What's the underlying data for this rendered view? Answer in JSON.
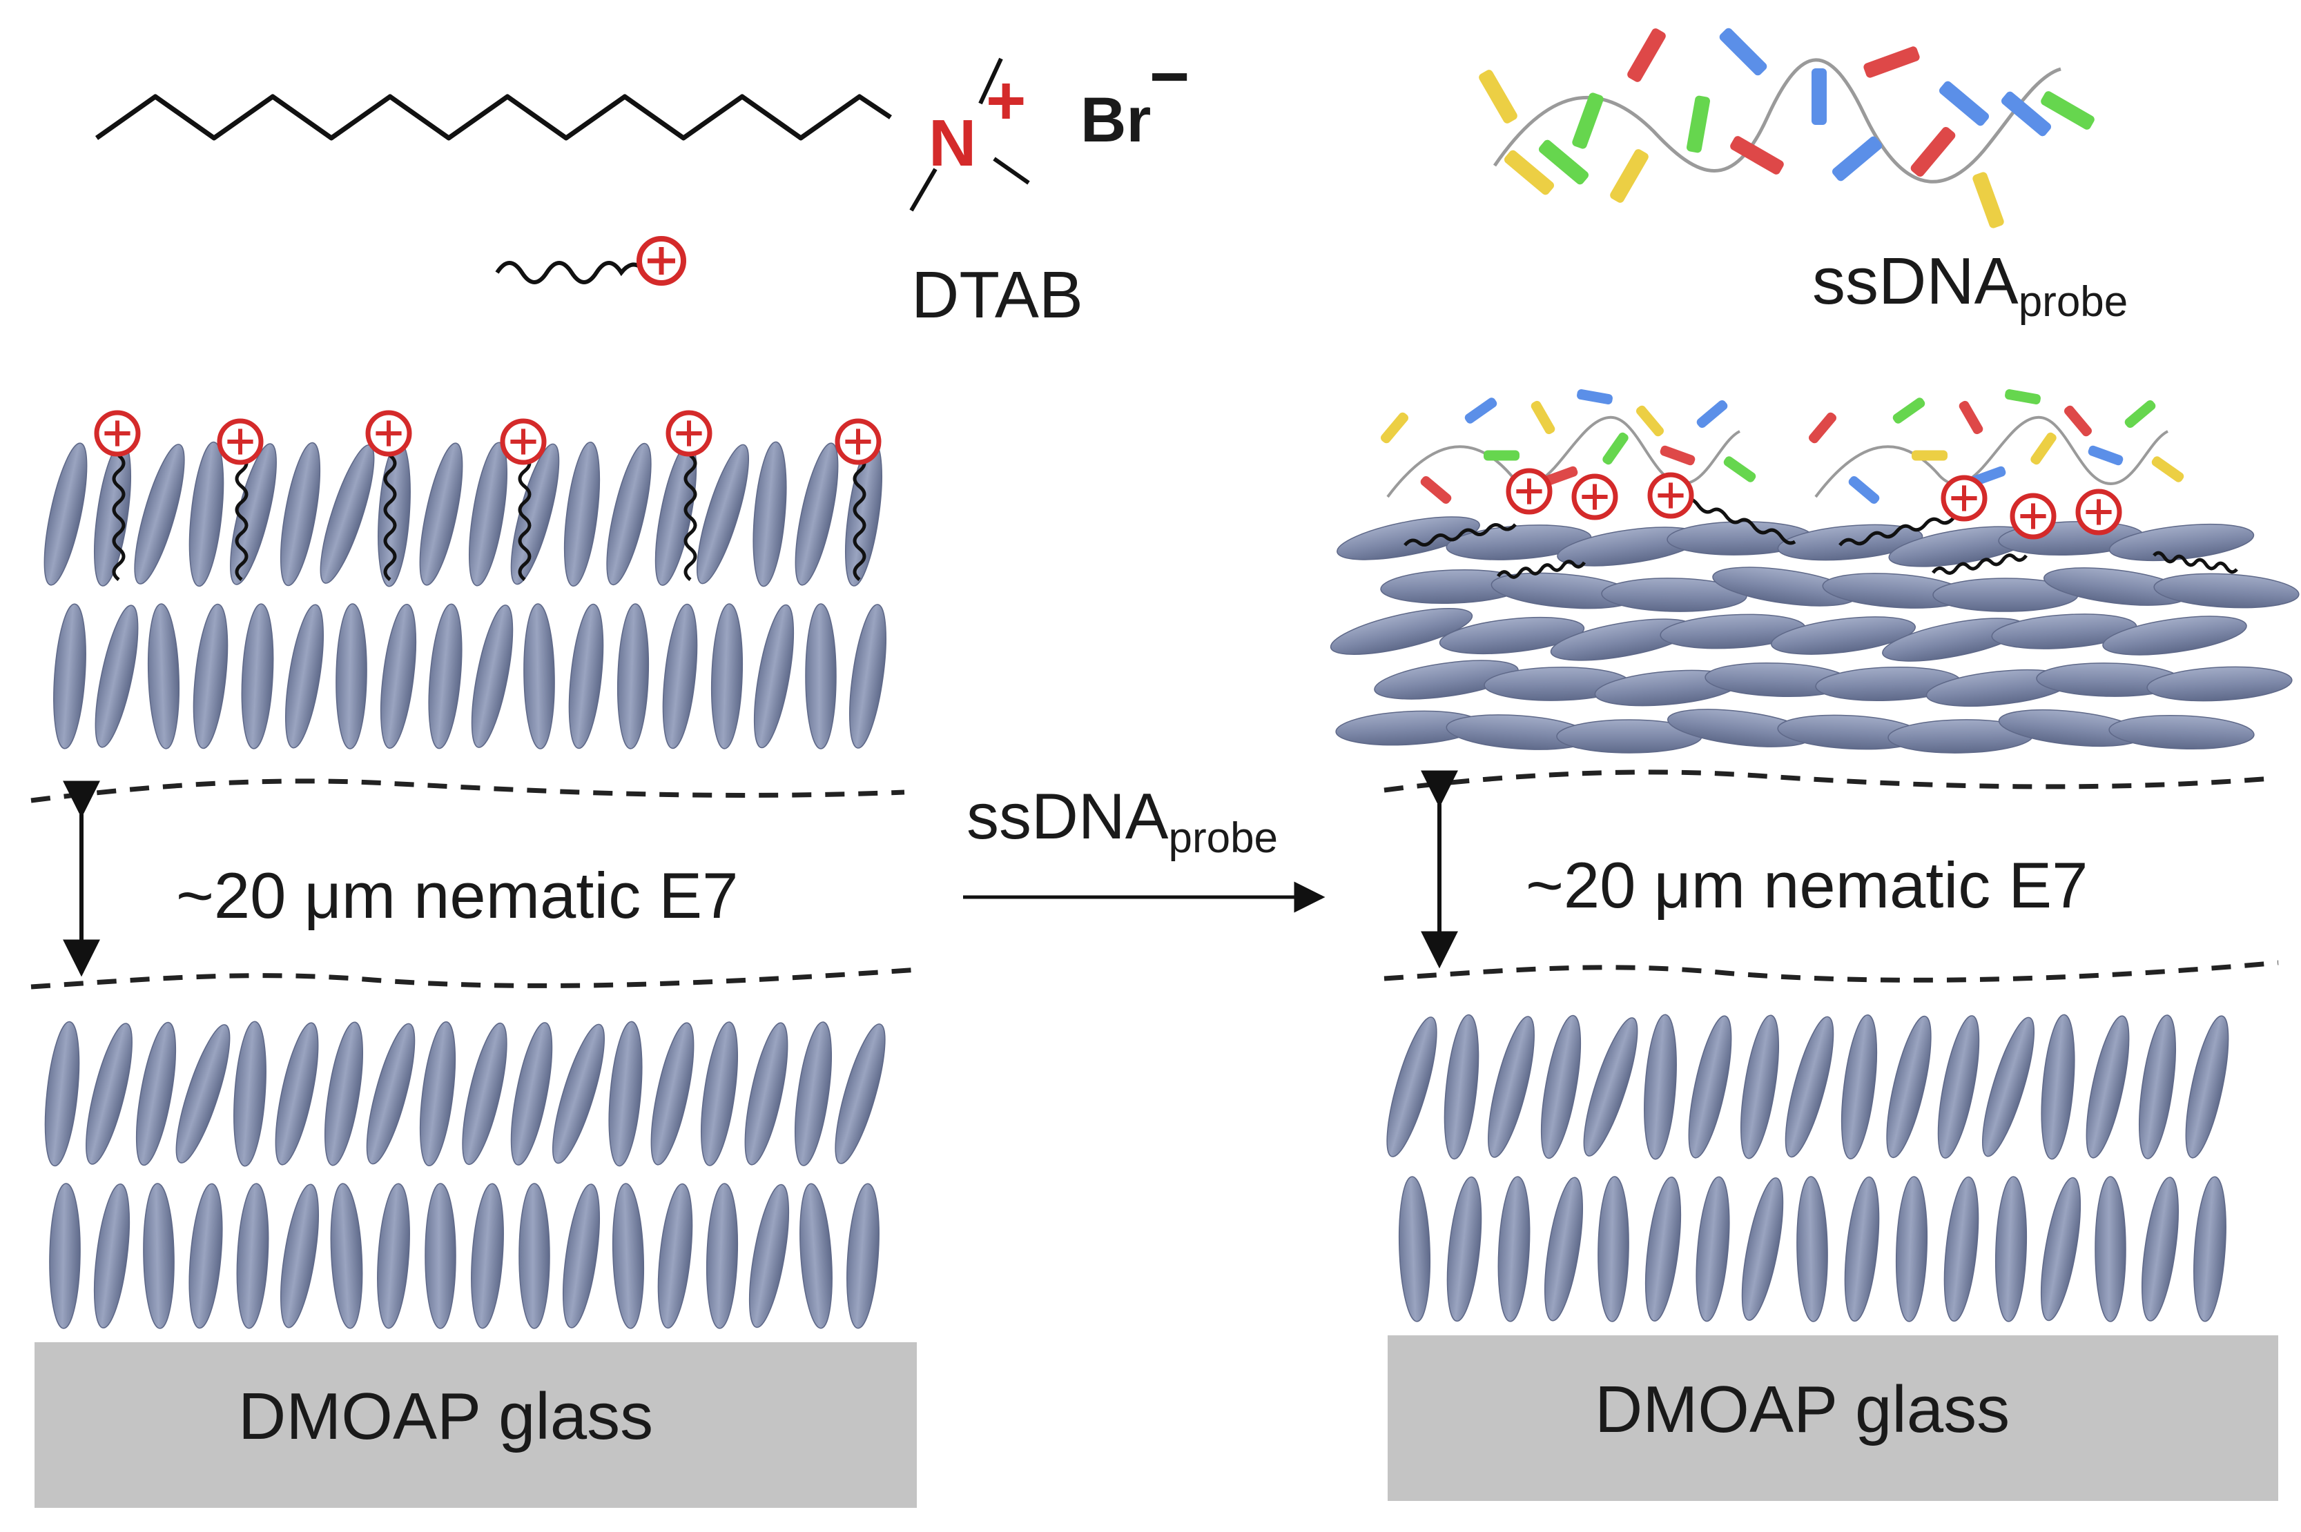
{
  "molecules": {
    "dtab": {
      "name": "DTAB",
      "nitrogen": "N",
      "charge": "+",
      "counter_ion": "Br",
      "counter_charge": "−"
    },
    "probe": {
      "name_main": "ssDNA",
      "name_sub": "probe"
    }
  },
  "arrow": {
    "label_main": "ssDNA",
    "label_sub": "probe"
  },
  "left_panel": {
    "gap_label": "~20 μm nematic E7",
    "substrate_label": "DMOAP glass"
  },
  "right_panel": {
    "gap_label": "~20 μm nematic E7",
    "substrate_label": "DMOAP glass"
  },
  "colors": {
    "lc_body": "#7d88a8",
    "lc_edge": "#5e6888",
    "headgroup": "#d42a2a",
    "substrate": "#c4c4c4",
    "base_red": "#de4848",
    "base_blue": "#5b8fe8",
    "base_green": "#66d64e",
    "base_yellow": "#eccf44"
  }
}
